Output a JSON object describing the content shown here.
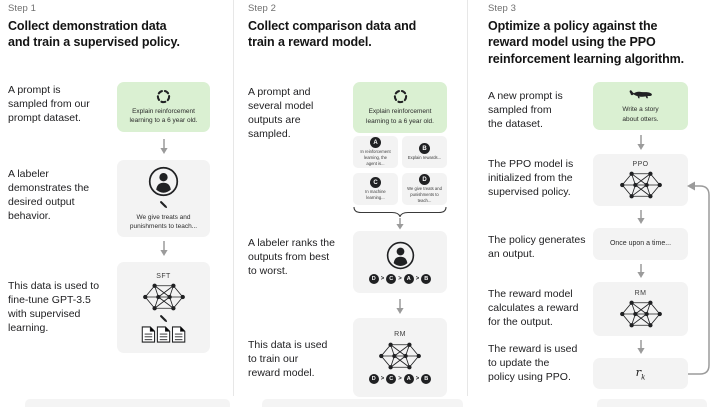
{
  "colors": {
    "prompt_box_bg": "#daf0d2",
    "model_box_bg": "#f3f3f3",
    "ink": "#202123",
    "step_label": "#6f6f6f",
    "arrow": "#9b9b9b",
    "divider": "#e7e7e7"
  },
  "icons": {
    "sampling": "dashed-circle",
    "labeler": "person-in-circle",
    "demonstration": "pencil",
    "model": "neural-network",
    "data": "stacked-documents",
    "otter": "otter-silhouette",
    "flow": "arrow-down",
    "group": "curly-brace",
    "feedback": "loop-arrow"
  },
  "step1": {
    "step_label": "Step 1",
    "heading": "Collect demonstration data\nand train a supervised policy.",
    "label_prompt": "A prompt is\nsampled from our\nprompt dataset.",
    "prompt_box": {
      "text": "Explain reinforcement\nlearning to a 6 year old."
    },
    "label_labeler": "A labeler\ndemonstrates the\ndesired output\nbehavior.",
    "labeler_box": {
      "text": "We give treats and\npunishments to teach..."
    },
    "label_finetune": "This data is used to\nfine-tune GPT-3.5\nwith supervised\nlearning.",
    "model_box": {
      "tag": "SFT"
    }
  },
  "step2": {
    "step_label": "Step 2",
    "heading": "Collect comparison data and\ntrain a reward model.",
    "label_prompt": "A prompt and\nseveral model\noutputs are\nsampled.",
    "prompt_box": {
      "text": "Explain reinforcement\nlearning to a 6 year old."
    },
    "outputs": [
      {
        "letter": "A",
        "text": "In reinforcement\nlearning, the\nagent is..."
      },
      {
        "letter": "B",
        "text": "Explain rewards..."
      },
      {
        "letter": "C",
        "text": "In machine\nlearning..."
      },
      {
        "letter": "D",
        "text": "We give treats and\npunishments to\nteach..."
      }
    ],
    "label_rank": "A labeler ranks the\noutputs from best\nto worst.",
    "ranking": {
      "o0": "D",
      "o1": "C",
      "o2": "A",
      "o3": "B",
      "sep": ">"
    },
    "label_train": "This data is used\nto train our\nreward model.",
    "model_box": {
      "tag": "RM"
    }
  },
  "step3": {
    "step_label": "Step 3",
    "heading": "Optimize a policy against the\nreward model using the PPO\nreinforcement learning algorithm.",
    "label_prompt": "A new prompt is\nsampled from\nthe dataset.",
    "prompt_box": {
      "text": "Write a story\nabout otters."
    },
    "label_init": "The PPO model is\ninitialized from the\nsupervised policy.",
    "ppo_box": {
      "tag": "PPO"
    },
    "label_output": "The policy generates\nan output.",
    "output_box": {
      "text": "Once upon a time..."
    },
    "label_reward": "The reward model\ncalculates a reward\nfor the output.",
    "rm_box": {
      "tag": "RM"
    },
    "label_update": "The reward is used\nto update the\npolicy using PPO.",
    "reward_box": {
      "base": "r",
      "subscript": "k"
    }
  }
}
